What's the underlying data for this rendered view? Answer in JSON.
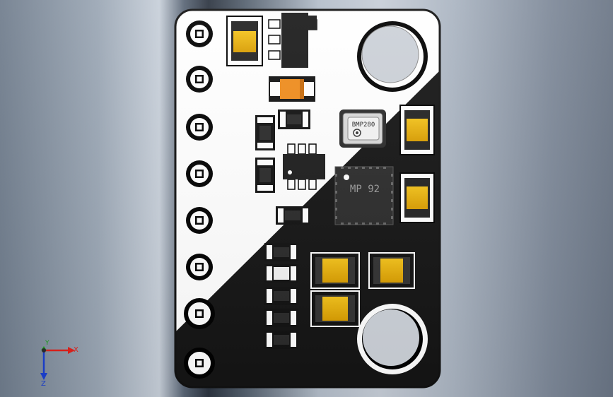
{
  "board": {
    "sensor_chip_label": "BMP280",
    "imu_chip_label": "MP 92"
  },
  "axes": {
    "x_label": "X",
    "y_label": "Y",
    "z_label": "Z"
  },
  "colors": {
    "silkscreen_white": "#ffffff",
    "board_black": "#141414",
    "pad_gold": "#e8b100",
    "diode_orange": "#f08c1c",
    "axis_x": "#e0201a",
    "axis_y": "#1aa01a",
    "axis_z": "#1a3fd0"
  }
}
